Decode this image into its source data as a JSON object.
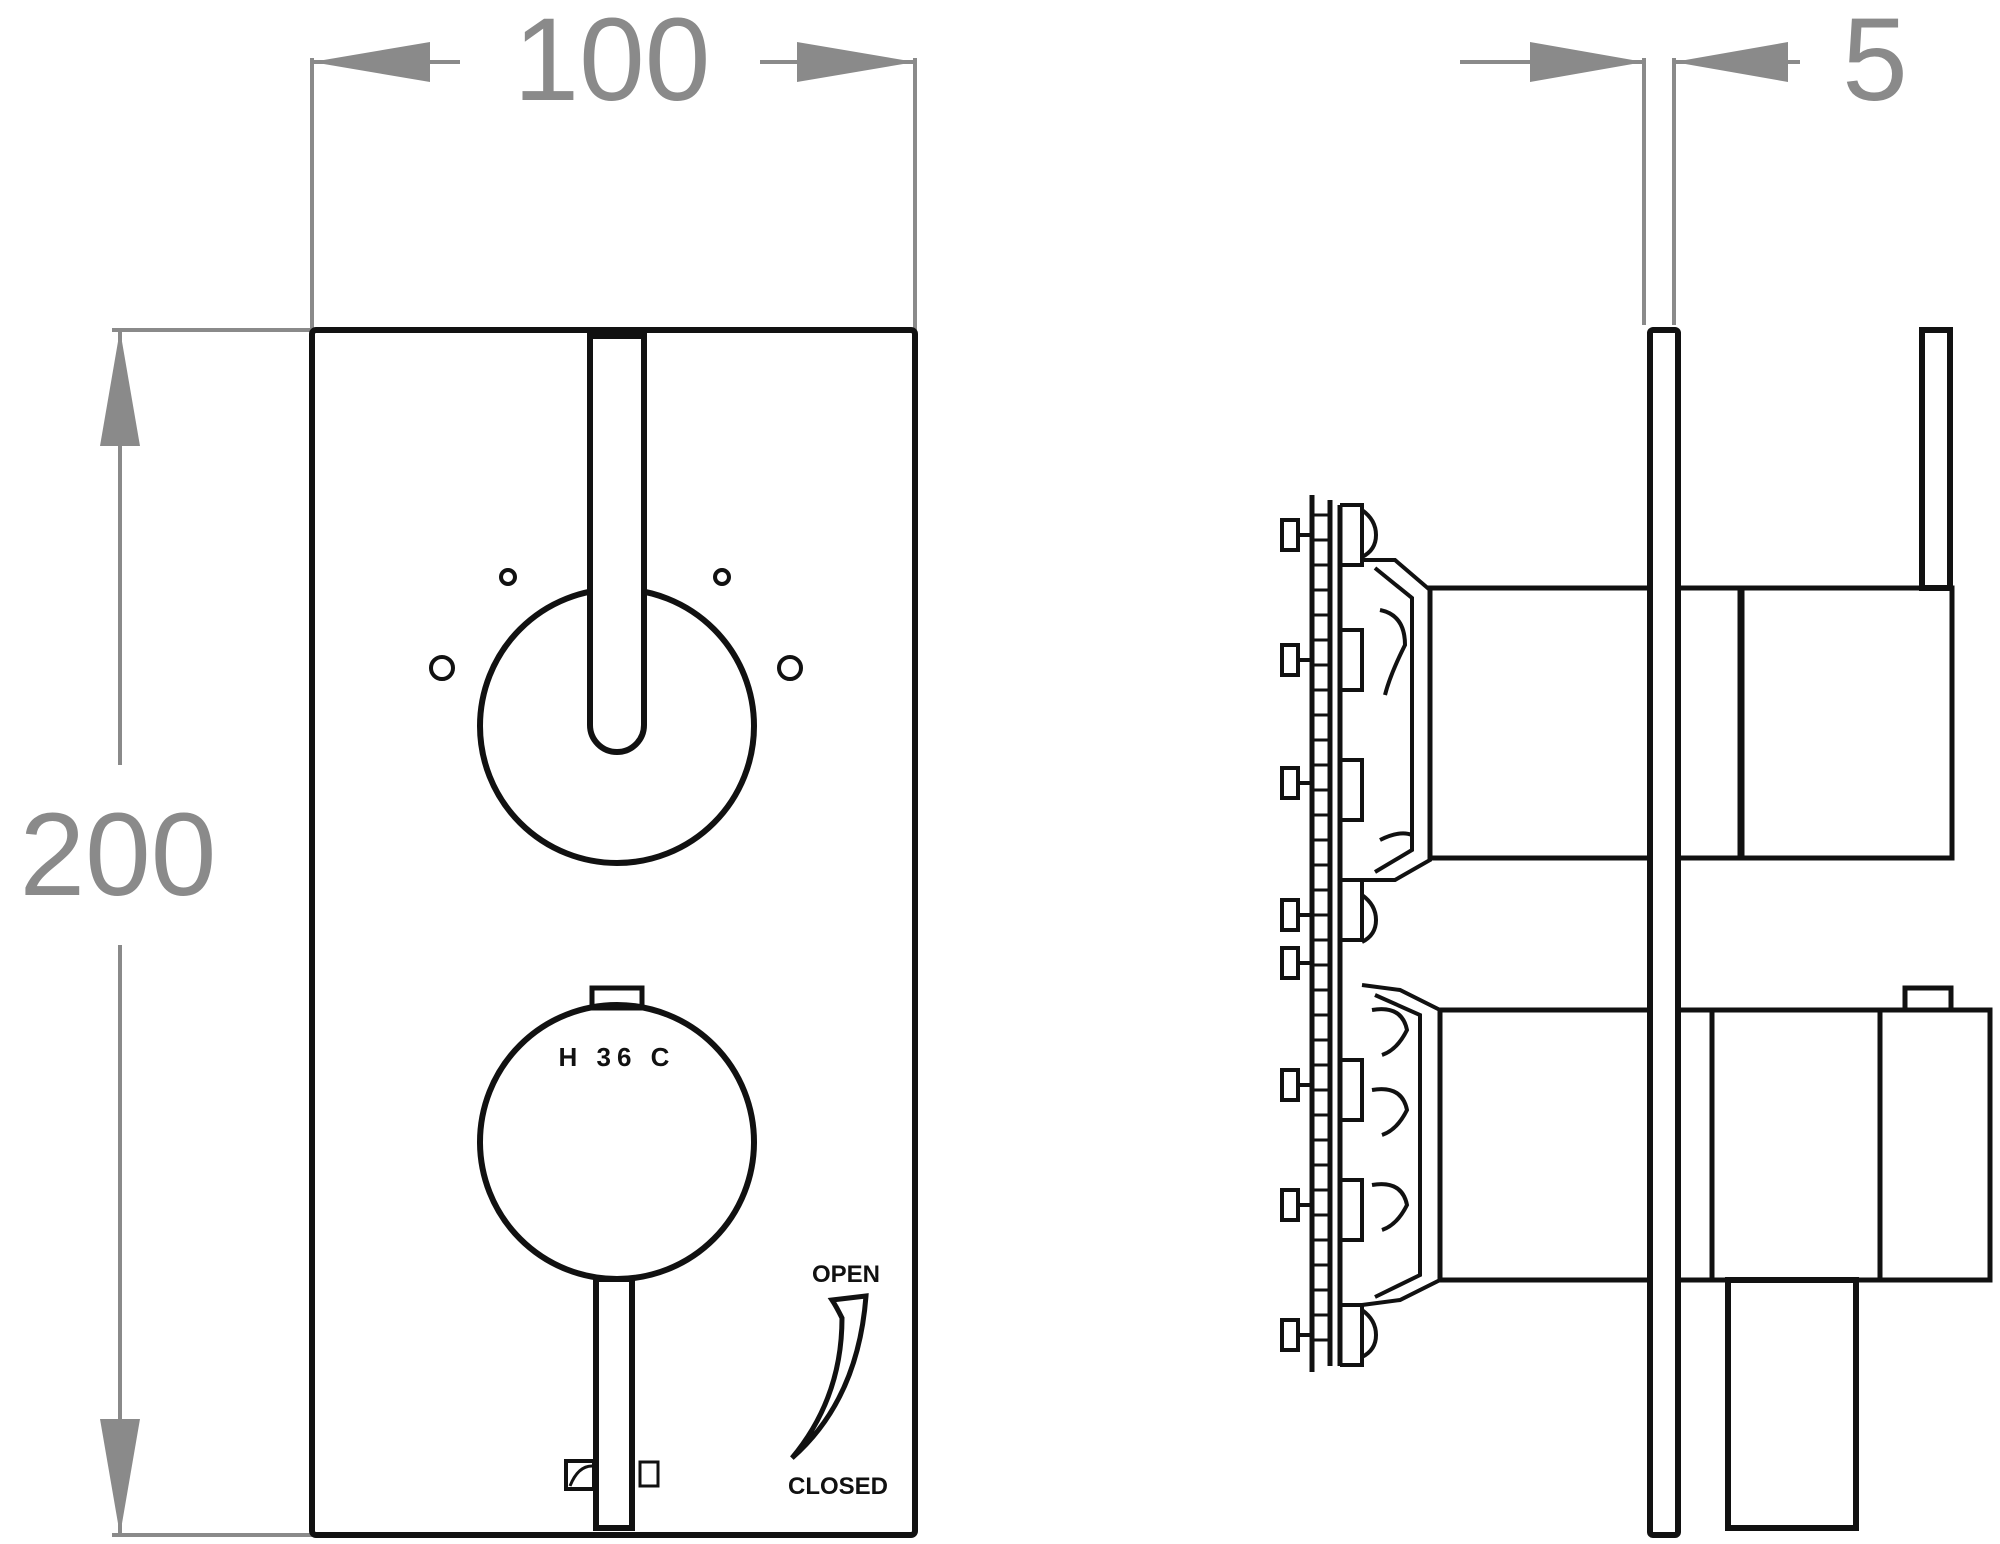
{
  "dimensions": {
    "width": "100",
    "height": "200",
    "depth": "5"
  },
  "front_view": {
    "temperature_marks": "H 36 C",
    "flow_open_label": "OPEN",
    "flow_closed_label": "CLOSED"
  },
  "colors": {
    "outline": "#111111",
    "dimension": "#8a8a8a"
  }
}
